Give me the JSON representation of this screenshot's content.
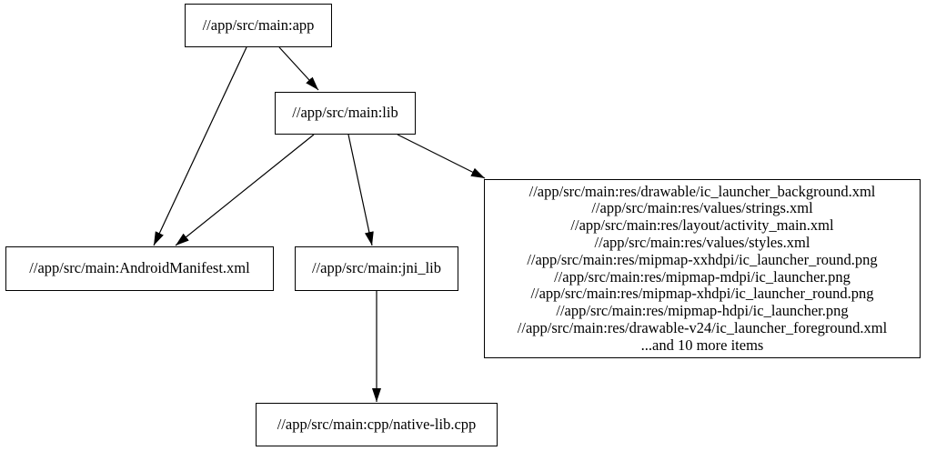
{
  "diagram": {
    "type": "dependency-graph",
    "colors": {
      "background": "#ffffff",
      "node_border": "#000000",
      "node_fill": "#ffffff",
      "edge": "#000000",
      "text": "#000000"
    },
    "nodes": {
      "app": {
        "label": "//app/src/main:app"
      },
      "lib": {
        "label": "//app/src/main:lib"
      },
      "manifest": {
        "label": "//app/src/main:AndroidManifest.xml"
      },
      "jni_lib": {
        "label": "//app/src/main:jni_lib"
      },
      "res_files": {
        "lines": [
          "//app/src/main:res/drawable/ic_launcher_background.xml",
          "//app/src/main:res/values/strings.xml",
          "//app/src/main:res/layout/activity_main.xml",
          "//app/src/main:res/values/styles.xml",
          "//app/src/main:res/mipmap-xxhdpi/ic_launcher_round.png",
          "//app/src/main:res/mipmap-mdpi/ic_launcher.png",
          "//app/src/main:res/mipmap-xhdpi/ic_launcher_round.png",
          "//app/src/main:res/mipmap-hdpi/ic_launcher.png",
          "//app/src/main:res/drawable-v24/ic_launcher_foreground.xml",
          "...and 10 more items"
        ]
      },
      "native_lib_cpp": {
        "label": "//app/src/main:cpp/native-lib.cpp"
      }
    },
    "edges": [
      {
        "from": "app",
        "to": "lib"
      },
      {
        "from": "app",
        "to": "manifest"
      },
      {
        "from": "lib",
        "to": "manifest"
      },
      {
        "from": "lib",
        "to": "jni_lib"
      },
      {
        "from": "lib",
        "to": "res_files"
      },
      {
        "from": "jni_lib",
        "to": "native_lib_cpp"
      }
    ]
  }
}
